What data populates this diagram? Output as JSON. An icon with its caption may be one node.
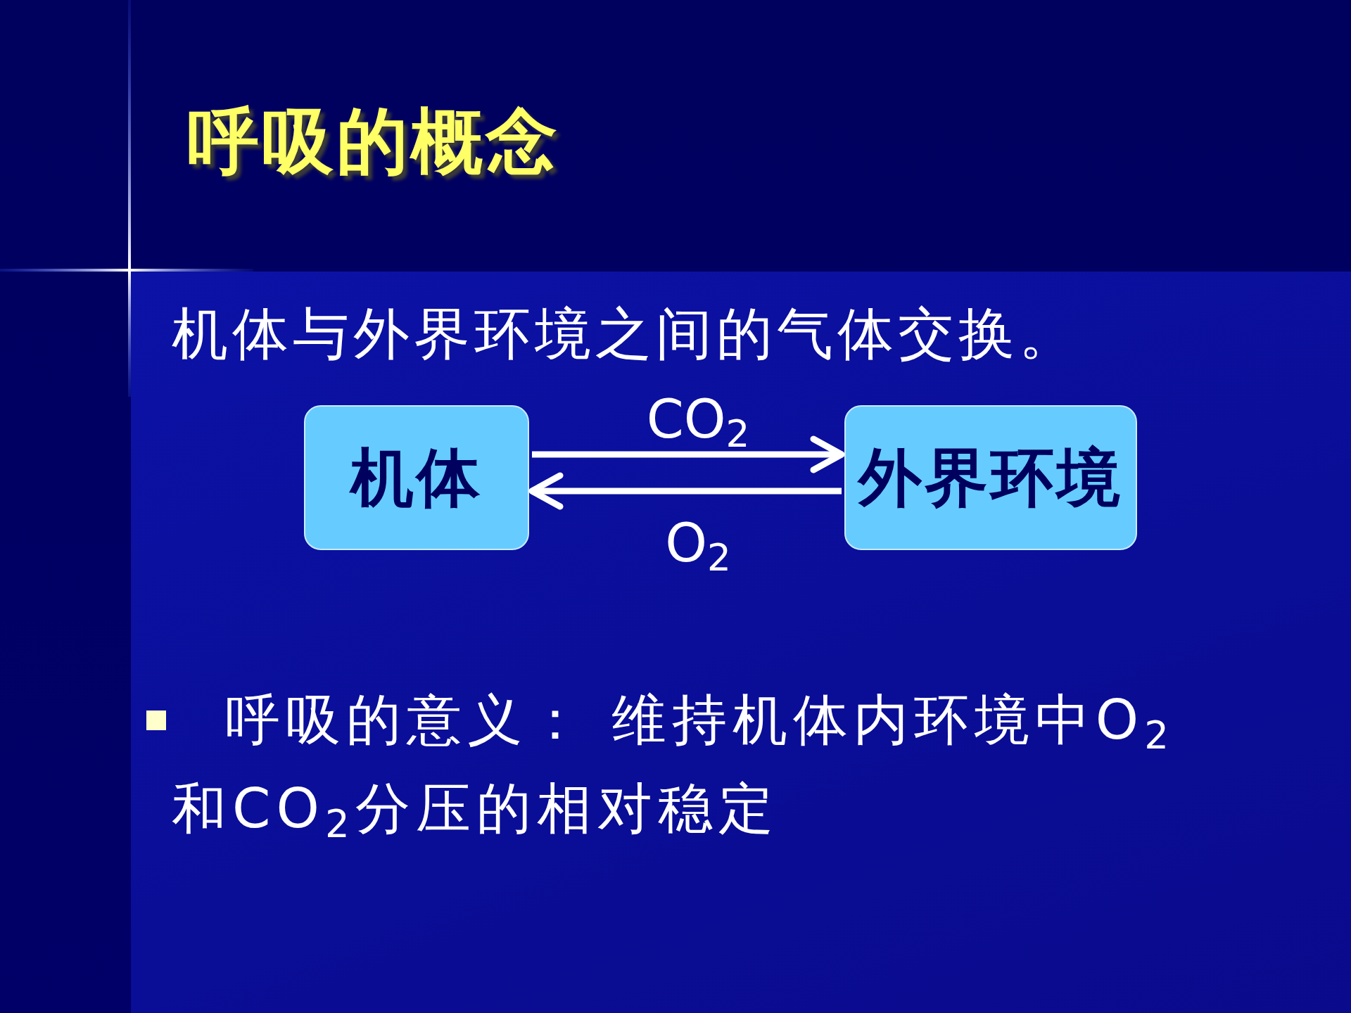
{
  "diagram": {
    "title": "呼吸的概念",
    "nodes": [
      {
        "text": [
          "机体"
        ]
      },
      {
        "text": [
          "外界环境"
        ]
      }
    ],
    "edges": [
      {
        "from": 0,
        "to": 1,
        "arrow": "to",
        "label": "CO$_{2}$"
      },
      {
        "from": 1,
        "to": 0,
        "arrow": "to",
        "label": "O$_{2}$"
      }
    ],
    "labels": [
      "机体与外界环境之间的气体交换。",
      "呼吸的意义： 维持机体内环境中O$_{2}$和CO$_{2}$分压的相对稳定"
    ]
  }
}
